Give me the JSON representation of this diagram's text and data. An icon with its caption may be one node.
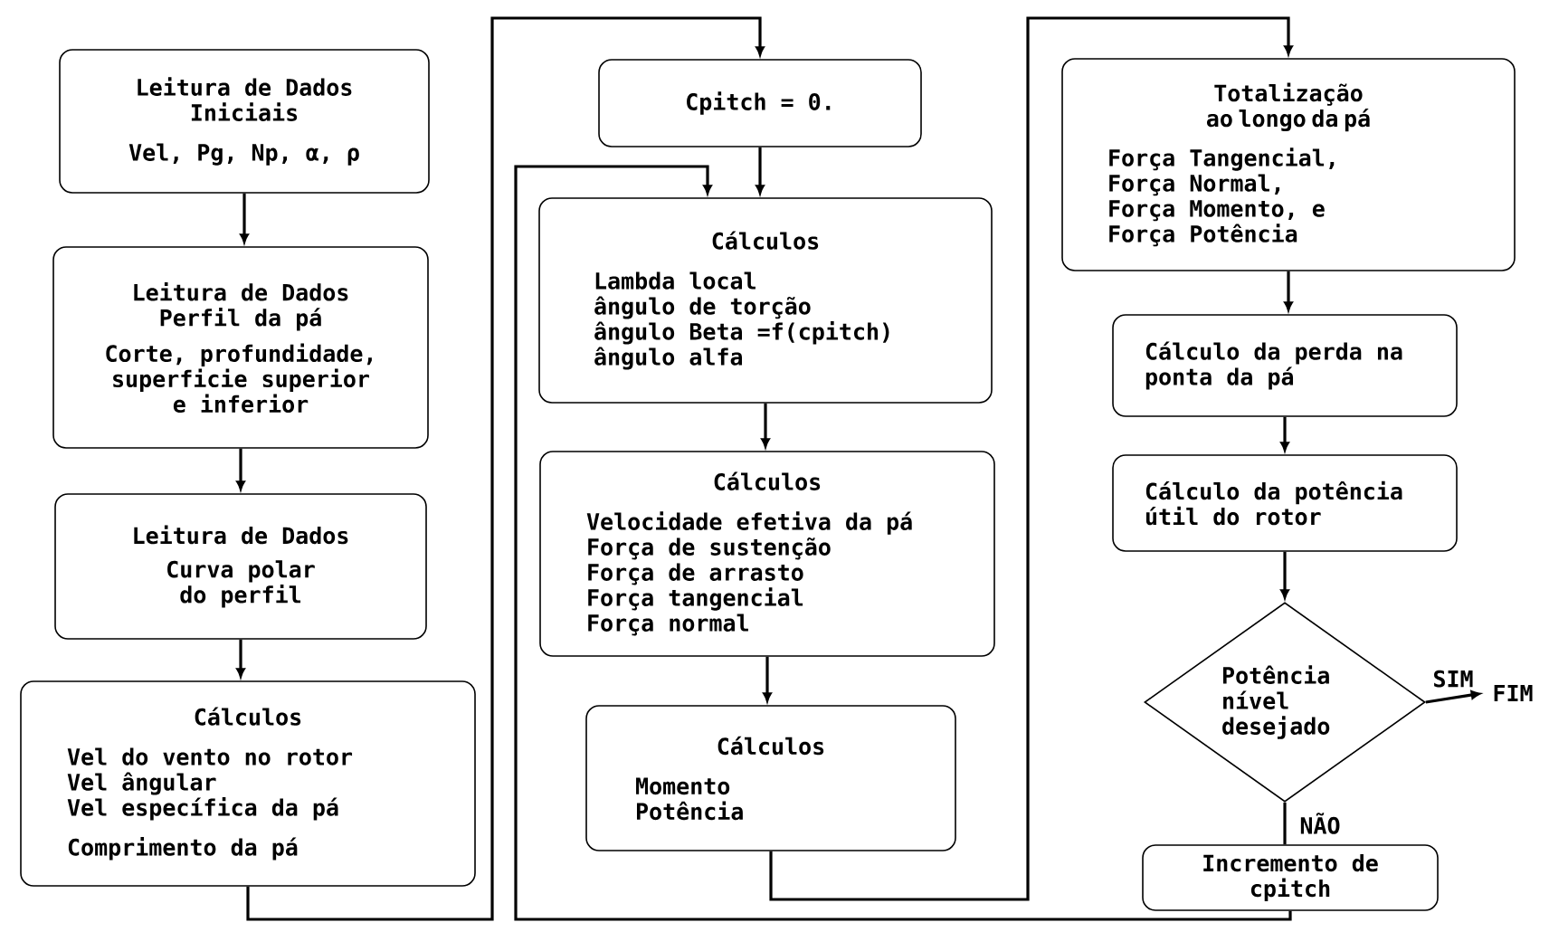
{
  "diagram": {
    "nodes": [
      {
        "text": [
          "Leitura de Dados Iniciais",
          "Vel, Pg, Np, α, ρ"
        ]
      },
      {
        "text": [
          "Leitura de Dados Perfil da pá",
          "Corte, profundidade, superficie superior e inferior"
        ]
      },
      {
        "text": [
          "Leitura de Dados",
          "Curva polar do perfil"
        ]
      },
      {
        "text": [
          "Cálculos",
          "Vel do vento no rotor",
          "Vel ângular",
          "Vel específica da pá",
          "Comprimento da pá"
        ]
      },
      {
        "text": [
          "Cpitch = 0."
        ]
      },
      {
        "text": [
          "Cálculos",
          "Lambda local",
          "ângulo de torção",
          "ângulo Beta =f(cpitch)",
          "ângulo alfa"
        ]
      },
      {
        "text": [
          "Cálculos",
          "Velocidade efetiva da pá",
          "Força de sustenção",
          "Força de arrasto",
          "Força tangencial",
          "Força normal"
        ]
      },
      {
        "text": [
          "Cálculos",
          "Momento",
          "Potência"
        ]
      },
      {
        "text": [
          "Totalização ao longo da pá",
          "Força Tangencial,",
          "Força Normal,",
          "Força Momento, e",
          "Força Potência"
        ]
      },
      {
        "text": [
          "Cálculo da perda na ponta da pá"
        ]
      },
      {
        "text": [
          "Cálculo da potência útil do rotor"
        ]
      },
      {
        "text": [
          "Potência nível desejado"
        ]
      },
      {
        "text": [
          "Incremento de cpitch"
        ]
      },
      {
        "text": [
          "FIM"
        ]
      }
    ],
    "edges": [
      {
        "from": 0,
        "to": 1,
        "arrow": "to"
      },
      {
        "from": 1,
        "to": 2,
        "arrow": "to"
      },
      {
        "from": 2,
        "to": 3,
        "arrow": "to"
      },
      {
        "from": 3,
        "to": 4,
        "arrow": "to"
      },
      {
        "from": 4,
        "to": 5,
        "arrow": "to"
      },
      {
        "from": 5,
        "to": 6,
        "arrow": "to"
      },
      {
        "from": 6,
        "to": 7,
        "arrow": "to"
      },
      {
        "from": 7,
        "to": 8,
        "arrow": "to"
      },
      {
        "from": 8,
        "to": 9,
        "arrow": "to"
      },
      {
        "from": 9,
        "to": 10,
        "arrow": "to"
      },
      {
        "from": 10,
        "to": 11,
        "arrow": "to"
      },
      {
        "from": 11,
        "to": 13,
        "arrow": "to",
        "label": "SIM"
      },
      {
        "from": 11,
        "to": 12,
        "arrow": "none",
        "label": "NÃO"
      },
      {
        "from": 12,
        "to": 5,
        "arrow": "to"
      }
    ]
  }
}
